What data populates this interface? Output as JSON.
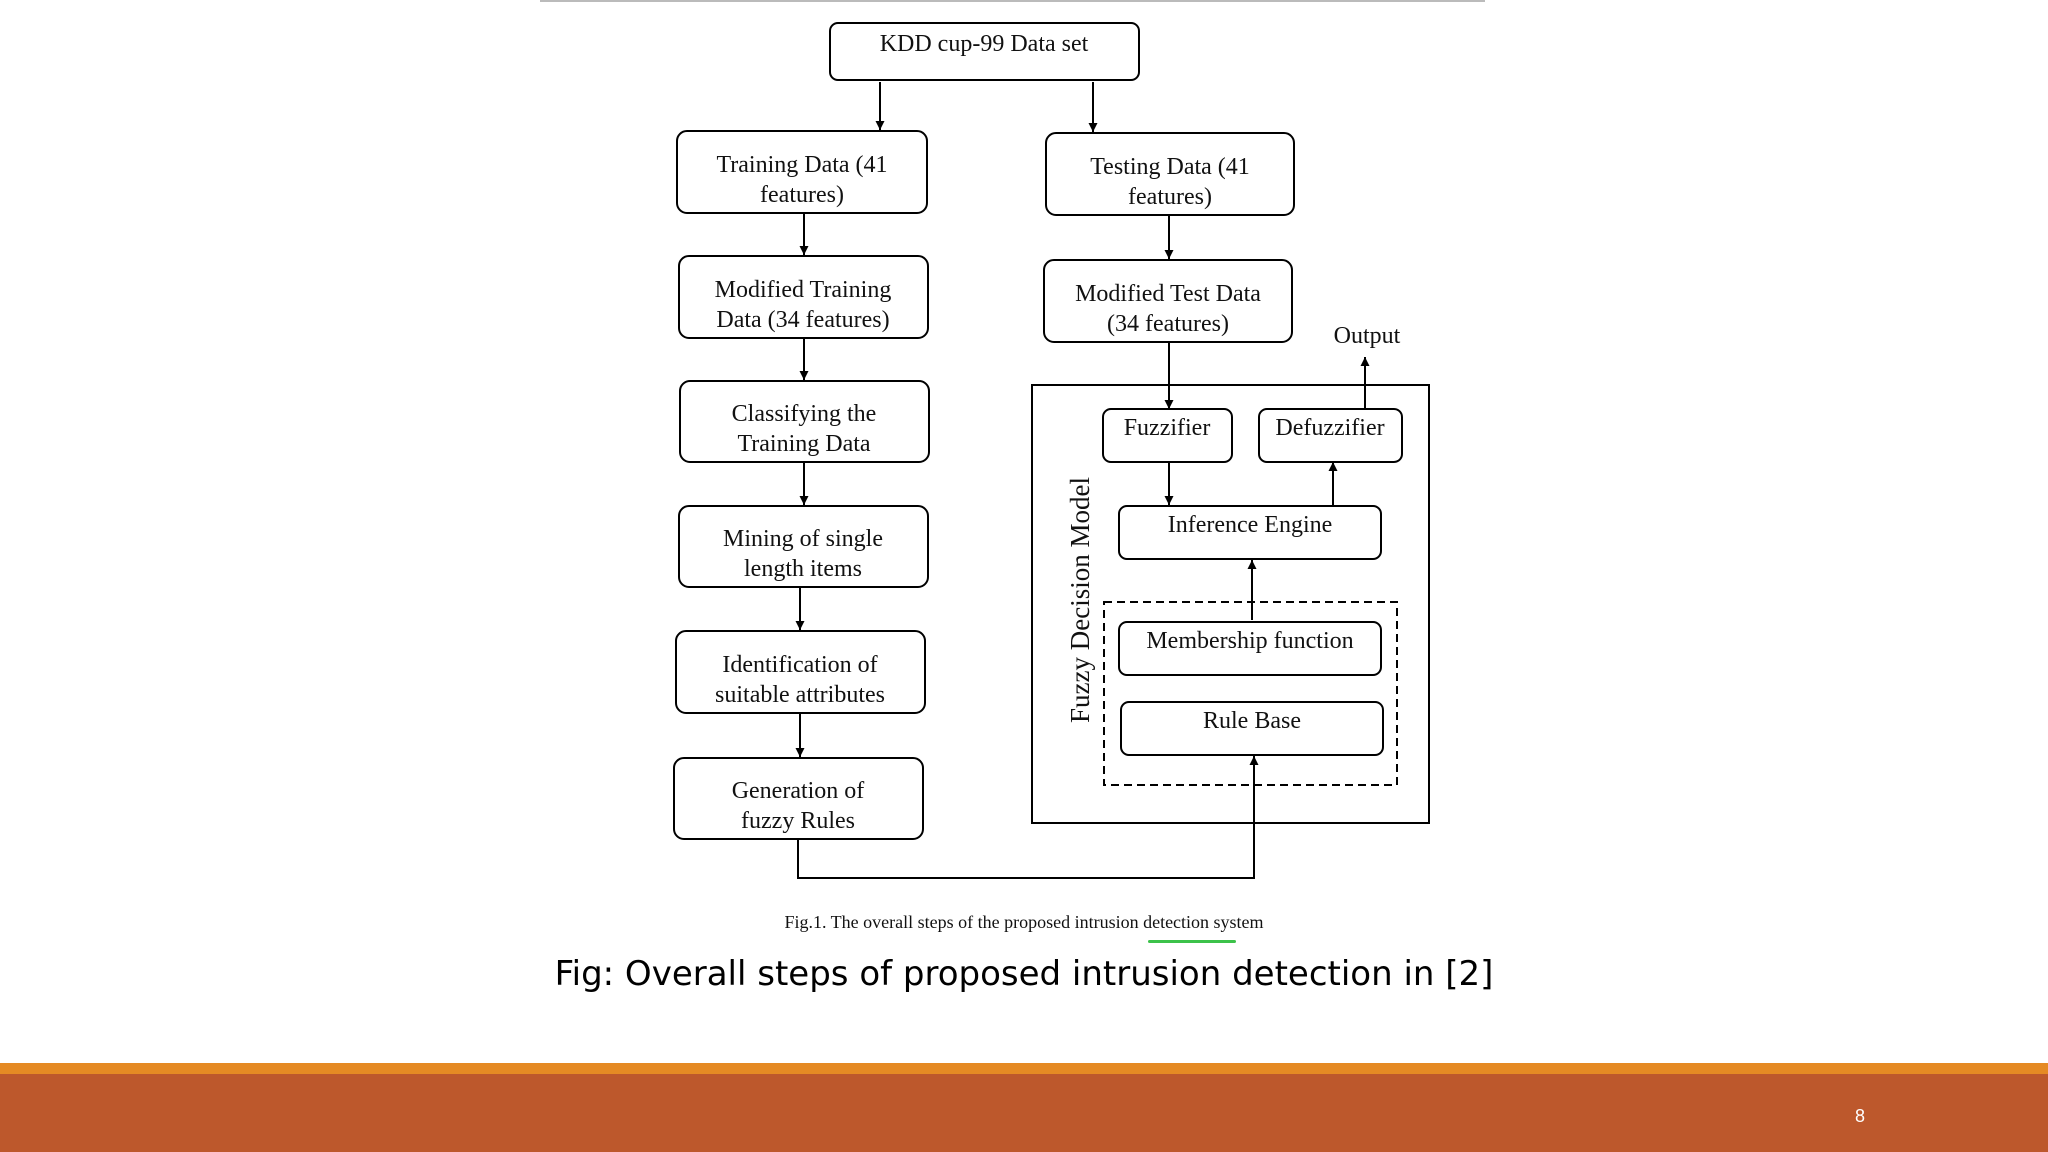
{
  "diagram": {
    "nodes": {
      "kdd": {
        "lines": [
          "KDD cup-99 Data set"
        ]
      },
      "train": {
        "lines": [
          "Training Data (41",
          "features)"
        ]
      },
      "test": {
        "lines": [
          "Testing Data (41",
          "features)"
        ]
      },
      "mod_train": {
        "lines": [
          "Modified Training",
          "Data (34 features)"
        ]
      },
      "mod_test": {
        "lines": [
          "Modified Test Data",
          "(34 features)"
        ]
      },
      "classify": {
        "lines": [
          "Classifying the",
          "Training Data"
        ]
      },
      "mining": {
        "lines": [
          "Mining of single",
          "length items"
        ]
      },
      "identify": {
        "lines": [
          "Identification of",
          "suitable attributes"
        ]
      },
      "generate": {
        "lines": [
          "Generation of",
          "fuzzy Rules"
        ]
      },
      "fuzzifier": {
        "lines": [
          "Fuzzifier"
        ]
      },
      "defuzzifier": {
        "lines": [
          "Defuzzifier"
        ]
      },
      "inference": {
        "lines": [
          "Inference Engine"
        ]
      },
      "membership": {
        "lines": [
          "Membership function"
        ]
      },
      "rulebase": {
        "lines": [
          "Rule Base"
        ]
      }
    },
    "group_label": "Fuzzy Decision Model",
    "output_label": "Output"
  },
  "caption_small": "Fig.1. The overall steps of the proposed intrusion detection system",
  "caption_main": "Fig: Overall steps of proposed intrusion detection in [2]",
  "page_number": "8",
  "colors": {
    "footer_bar": "#bd582c",
    "footer_stripe": "#e58a24",
    "caption_underline": "#3cc24a"
  }
}
